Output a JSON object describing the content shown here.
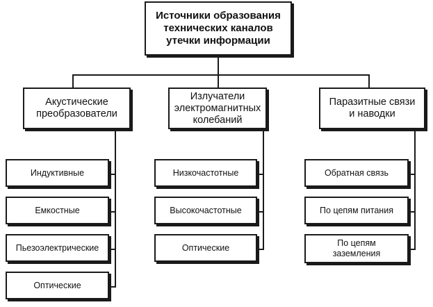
{
  "root": {
    "title": "Источники образования\nтехнических каналов\nутечки информации"
  },
  "categories": [
    {
      "label": "Акустические\nпреобразователи",
      "items": [
        "Индуктивные",
        "Емкостные",
        "Пьезоэлектрические",
        "Оптические"
      ]
    },
    {
      "label": "Излучатели\nэлектромагнитных\nколебаний",
      "items": [
        "Низкочастотные",
        "Высокочастотные",
        "Оптические"
      ]
    },
    {
      "label": "Паразитные связи\nи наводки",
      "items": [
        "Обратная связь",
        "По цепям питания",
        "По цепям\nзаземления"
      ]
    }
  ]
}
